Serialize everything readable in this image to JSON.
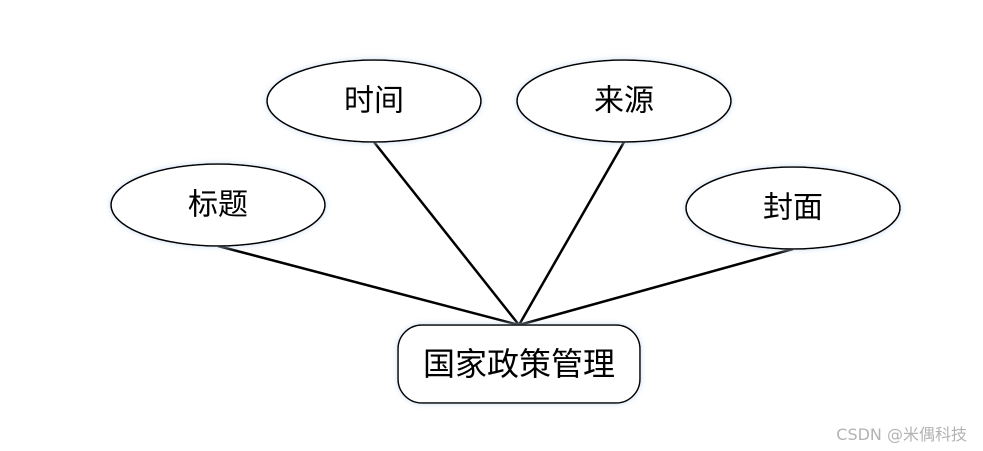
{
  "entity": {
    "label": "国家政策管理"
  },
  "attributes": [
    {
      "id": "title",
      "label": "标题"
    },
    {
      "id": "time",
      "label": "时间"
    },
    {
      "id": "source",
      "label": "来源"
    },
    {
      "id": "cover",
      "label": "封面"
    }
  ],
  "watermark": "CSDN @米偶科技",
  "colors": {
    "stroke": "#000000",
    "glow": "#dce9f7",
    "watermark": "#b3b3b3"
  }
}
